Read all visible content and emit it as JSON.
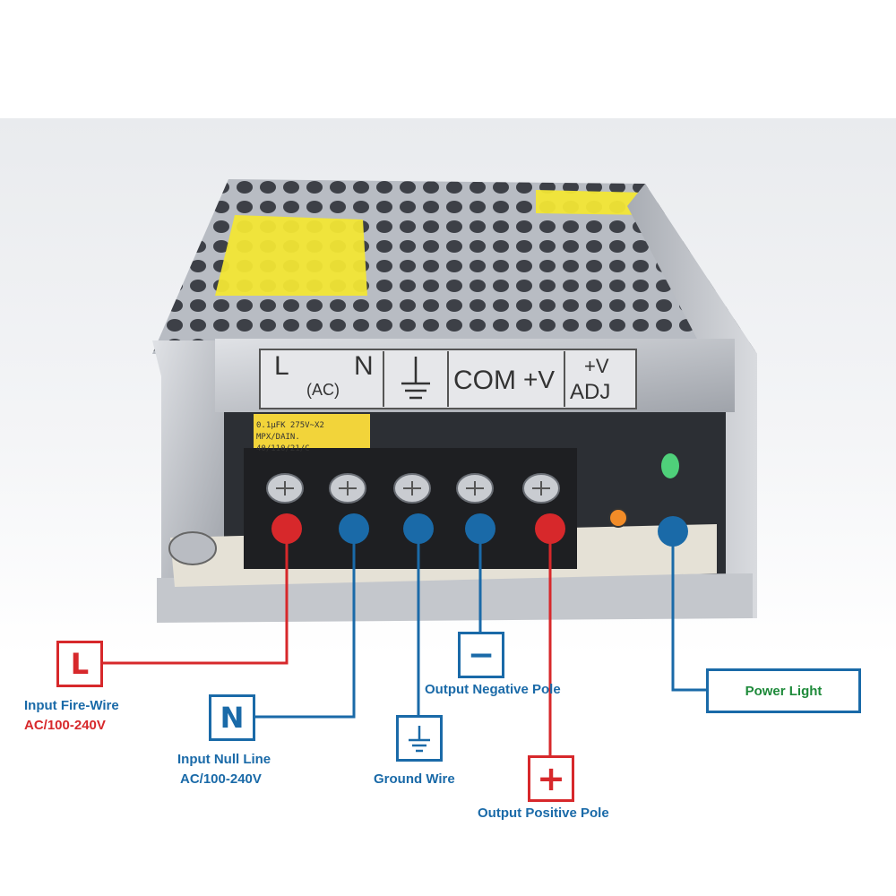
{
  "colors": {
    "red": "#d7282b",
    "blue": "#1a6aa8",
    "green": "#1e8a3a",
    "yellow_label": "#f2e635",
    "metal": "#c9ccd1"
  },
  "terminal_strip": {
    "l_label": "L",
    "ac_label": "(AC)",
    "n_label": "N",
    "ground_symbol": "ground-icon",
    "com_label": "COM",
    "plus_v_label": "+V",
    "adj_top": "+V",
    "adj_bottom": "ADJ"
  },
  "capacitor_label": {
    "line1": "0.1μFK 275V~X2",
    "line2": "MPX/DAIN.",
    "line3": "40/110/21/C"
  },
  "callouts": {
    "live": {
      "symbol": "L",
      "line1": "Input Fire-Wire",
      "line2": "AC/100-240V"
    },
    "neutral": {
      "symbol": "N",
      "line1": "Input Null Line",
      "line2": "AC/100-240V"
    },
    "ground": {
      "line1": "Ground Wire"
    },
    "negative": {
      "symbol": "−",
      "line1": "Output Negative Pole"
    },
    "positive": {
      "symbol": "+",
      "line1": "Output Positive Pole"
    },
    "power_light": {
      "line1": "Power Light"
    }
  }
}
